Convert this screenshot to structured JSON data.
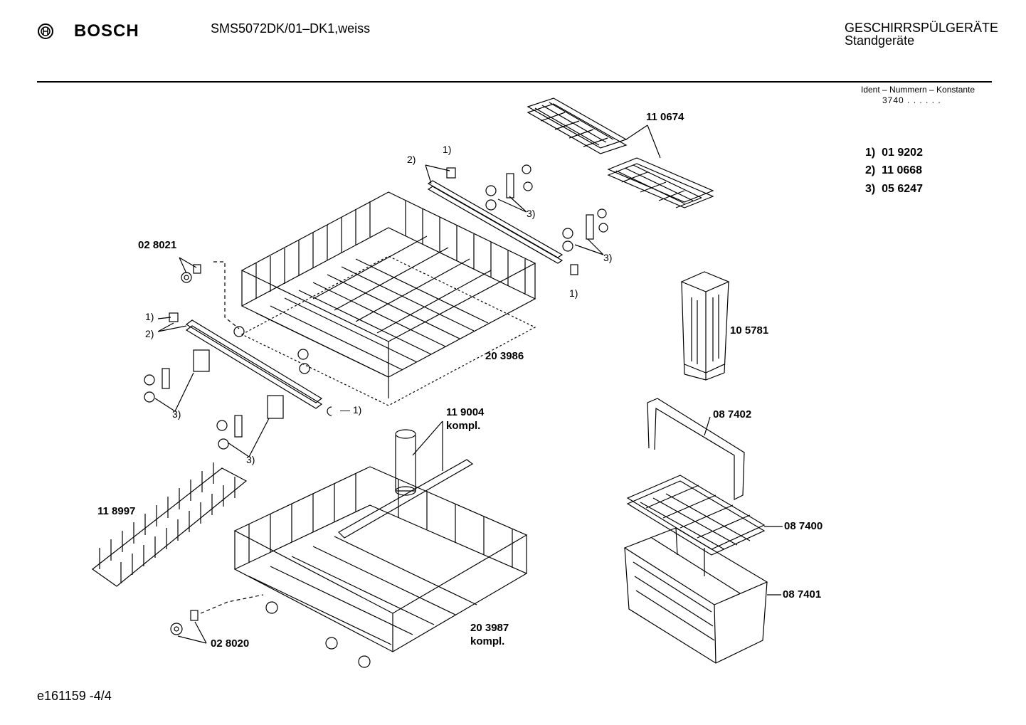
{
  "header": {
    "brand": "BOSCH",
    "model": "SMS5072DK/01–DK1,weiss",
    "category": "GESCHIRRSPÜLGERÄTE",
    "subcategory": "Standgeräte"
  },
  "ident": {
    "label": "Ident – Nummern – Konstante",
    "value": "3740 . .  . . . ."
  },
  "legend": [
    {
      "key": "1)",
      "part": "01 9202"
    },
    {
      "key": "2)",
      "part": "11 0668"
    },
    {
      "key": "3)",
      "part": "05 6247"
    }
  ],
  "parts": {
    "p110674": "11 0674",
    "p028021": "02 8021",
    "p203986": "20 3986",
    "p105781": "10 5781",
    "p119004": "11 9004",
    "kompl1": "kompl.",
    "p087402": "08 7402",
    "p118997": "11 8997",
    "p087400": "08 7400",
    "p087401": "08 7401",
    "p203987": "20 3987",
    "kompl2": "kompl.",
    "p028020": "02 8020"
  },
  "refs": {
    "r1a": "1)",
    "r2a": "2)",
    "r3a": "3)",
    "r3b": "3)",
    "r1b": "1)",
    "r1c": "1)",
    "r2b": "2)",
    "r3c": "3)",
    "r1d": "— 1)",
    "r3d": "3)"
  },
  "footer": "e161159 -4/4"
}
